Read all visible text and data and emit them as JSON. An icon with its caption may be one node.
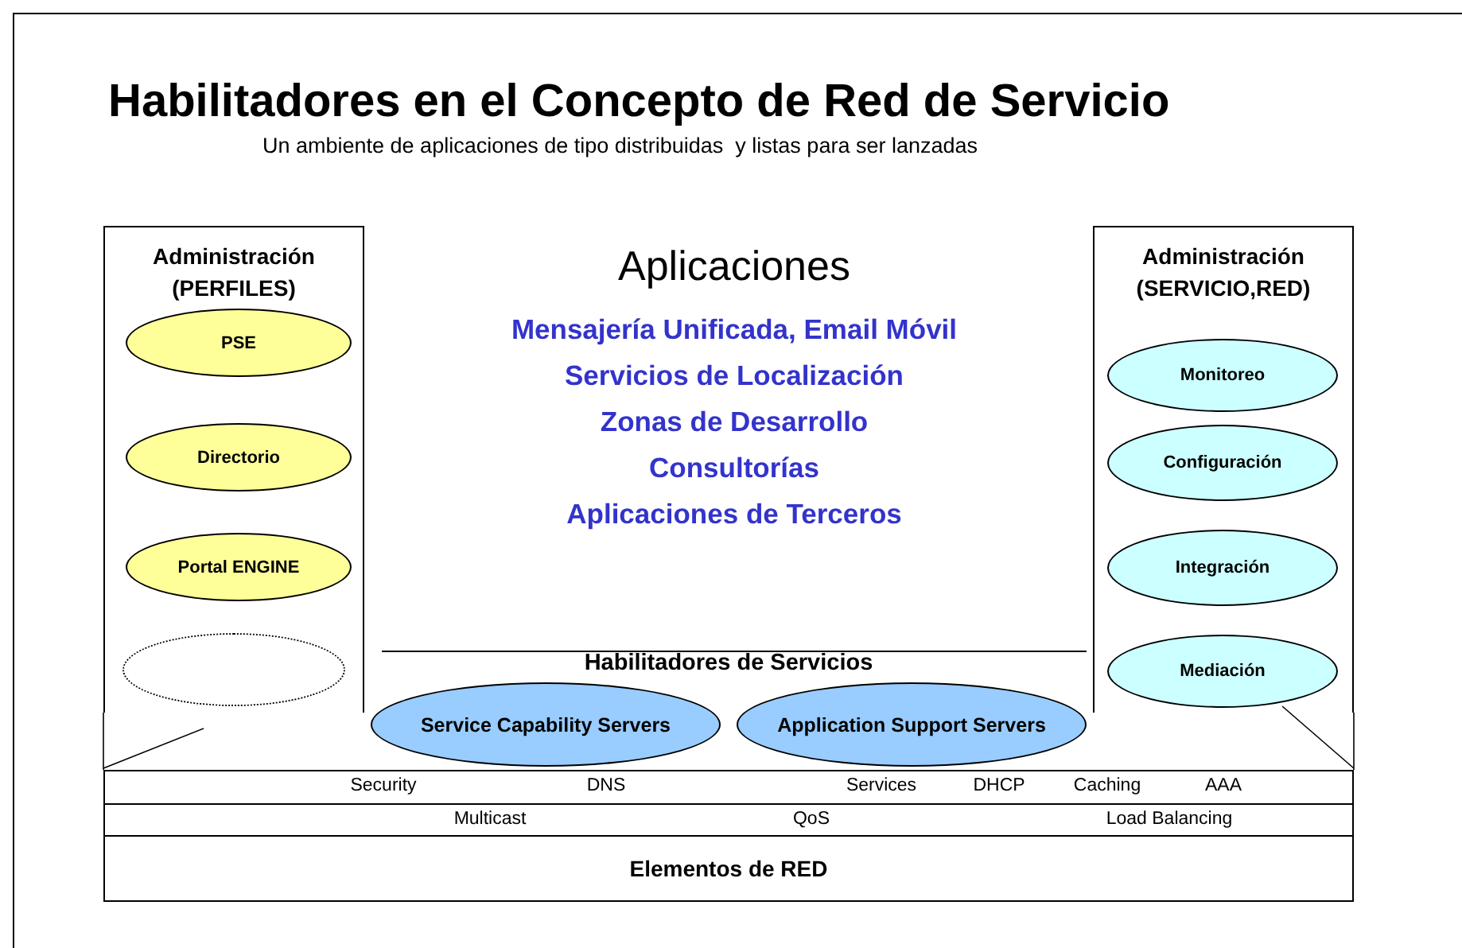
{
  "diagram": {
    "title": "Habilitadores en el Concepto de Red de Servicio",
    "nodes": [
      {
        "text": [
          "Administración (PERFILES)"
        ]
      },
      {
        "text": [
          "PSE"
        ],
        "in": 0
      },
      {
        "text": [
          "Directorio"
        ],
        "in": 0
      },
      {
        "text": [
          "Portal ENGINE"
        ],
        "in": 0
      },
      {
        "text": [],
        "shape": "ellipse",
        "in": 0
      },
      {
        "text": [
          "Aplicaciones",
          "Mensajería Unificada, Email Móvil",
          "Servicios de Localización",
          "Zonas de Desarrollo",
          "Consultorías",
          "Aplicaciones de Terceros"
        ]
      },
      {
        "text": [
          "Administración (SERVICIO,RED)"
        ]
      },
      {
        "text": [
          "Monitoreo"
        ],
        "in": 6
      },
      {
        "text": [
          "Configuración"
        ],
        "in": 6
      },
      {
        "text": [
          "Integración"
        ],
        "in": 6
      },
      {
        "text": [
          "Mediación"
        ],
        "in": 6
      },
      {
        "text": [
          "Habilitadores de Servicios"
        ]
      },
      {
        "text": [
          "Service Capability Servers"
        ],
        "in": 11
      },
      {
        "text": [
          "Application Support Servers"
        ],
        "in": 11
      },
      {
        "text": [
          "Security",
          "DNS",
          "Services",
          "DHCP",
          "Caching",
          "AAA"
        ]
      },
      {
        "text": [
          "Multicast",
          "QoS",
          "Load Balancing"
        ]
      },
      {
        "text": [
          "Elementos de RED"
        ]
      }
    ],
    "edges": [],
    "labels": [
      "Un ambiente de aplicaciones de tipo distribuidas  y listas para ser lanzadas"
    ]
  }
}
